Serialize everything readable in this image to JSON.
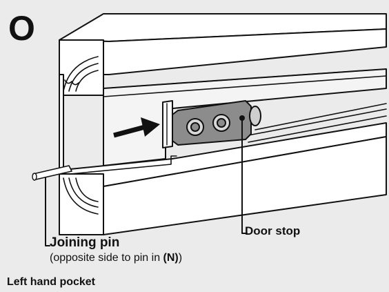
{
  "step_letter": "O",
  "labels": {
    "door_stop": "Door stop",
    "joining_pin": "Joining pin",
    "joining_pin_note_prefix": "(opposite side to pin in ",
    "joining_pin_note_ref": "(N)",
    "joining_pin_note_suffix": ")"
  },
  "caption": "Left hand pocket",
  "colors": {
    "background_panel": "#ebebeb",
    "door_stop_plate": "#8c8c8c",
    "outline": "#111111"
  },
  "icons": [
    "push-arrow-icon"
  ]
}
